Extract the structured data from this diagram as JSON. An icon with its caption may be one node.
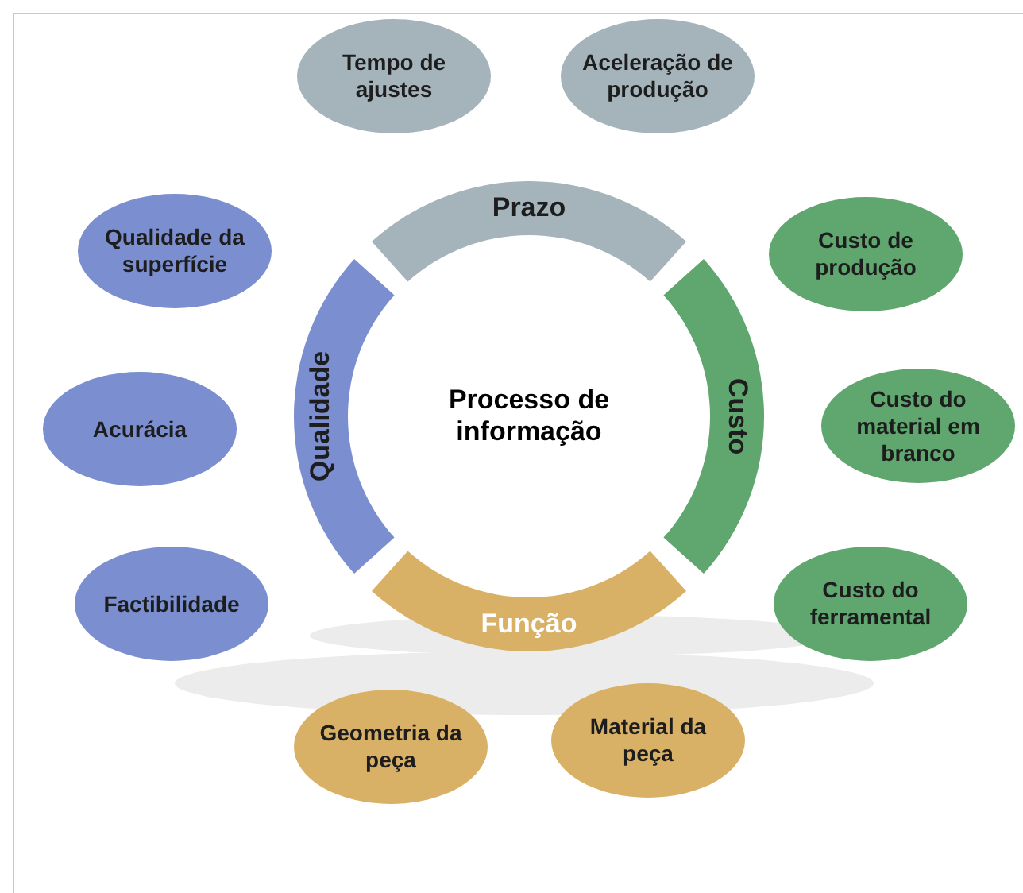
{
  "diagram": {
    "nodes": [
      {
        "text": [
          "Tempo de ajustes"
        ]
      },
      {
        "text": [
          "Aceleração de produção"
        ]
      },
      {
        "text": [
          "Prazo"
        ]
      },
      {
        "text": [
          "Qualidade da superfície"
        ]
      },
      {
        "text": [
          "Custo de produção"
        ]
      },
      {
        "text": [
          "Acurácia"
        ]
      },
      {
        "text": [
          "Qualidade"
        ]
      },
      {
        "text": [
          "Processo de informação"
        ]
      },
      {
        "text": [
          "Custo"
        ]
      },
      {
        "text": [
          "Custo do material em branco"
        ]
      },
      {
        "text": [
          "Factibilidade"
        ]
      },
      {
        "text": [
          "Custo do ferramental"
        ]
      },
      {
        "text": [
          "Função"
        ]
      },
      {
        "text": [
          "Geometria da peça"
        ]
      },
      {
        "text": [
          "Material da peça"
        ]
      }
    ]
  }
}
